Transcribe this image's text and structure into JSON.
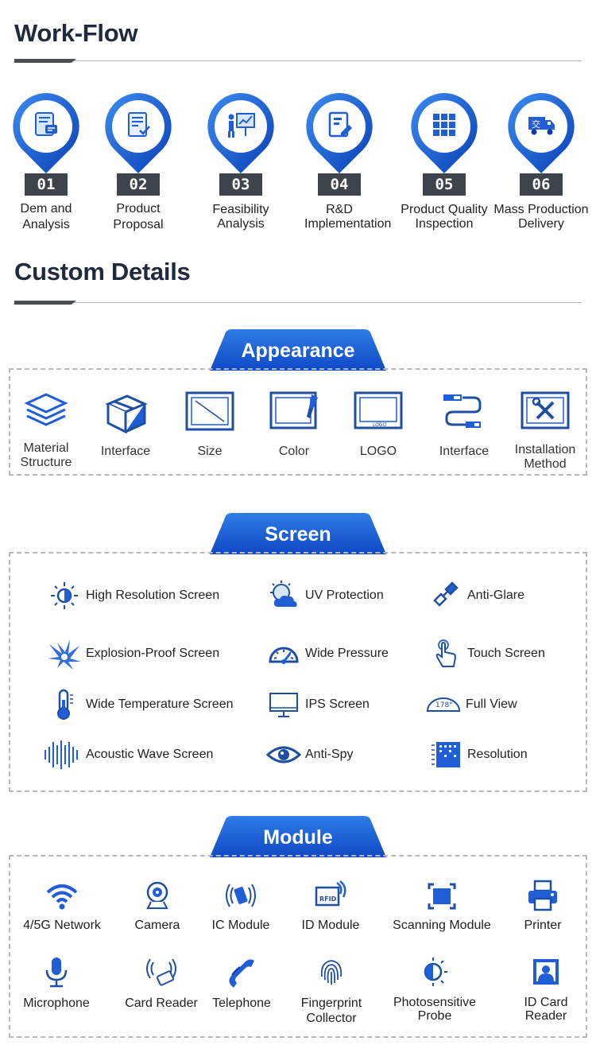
{
  "workflow": {
    "title": "Work-Flow",
    "steps": [
      {
        "num": "01",
        "label": "Dem and Analysis",
        "icon": "document-chat-icon"
      },
      {
        "num": "02",
        "label": "Product Proposal",
        "icon": "checklist-icon"
      },
      {
        "num": "03",
        "label": "Feasibility Analysis",
        "icon": "presentation-icon"
      },
      {
        "num": "04",
        "label": "R&D Implementation",
        "icon": "document-edit-icon"
      },
      {
        "num": "05",
        "label": "Product Quality Inspection",
        "icon": "grid-icon"
      },
      {
        "num": "06",
        "label": "Mass Production Delivery",
        "icon": "delivery-truck-icon"
      }
    ]
  },
  "custom": {
    "title": "Custom Details",
    "appearance": {
      "banner": "Appearance",
      "items": [
        {
          "label": "Material Structure",
          "icon": "layers-icon"
        },
        {
          "label": "Interface",
          "icon": "box-icon"
        },
        {
          "label": "Size",
          "icon": "size-frame-icon"
        },
        {
          "label": "Color",
          "icon": "paint-brush-icon"
        },
        {
          "label": "LOGO",
          "icon": "logo-monitor-icon"
        },
        {
          "label": "Interface",
          "icon": "usb-cable-icon"
        },
        {
          "label": "Installation Method",
          "icon": "tools-icon"
        }
      ]
    },
    "screen": {
      "banner": "Screen",
      "items": [
        {
          "label": "High Resolution Screen",
          "icon": "sun-icon"
        },
        {
          "label": "UV Protection",
          "icon": "uv-cloud-icon"
        },
        {
          "label": "Anti-Glare",
          "icon": "glasses-icon"
        },
        {
          "label": "Explosion-Proof Screen",
          "icon": "explosion-icon"
        },
        {
          "label": "Wide Pressure",
          "icon": "gauge-icon"
        },
        {
          "label": "Touch Screen",
          "icon": "touch-finger-icon"
        },
        {
          "label": "Wide Temperature Screen",
          "icon": "thermometer-icon"
        },
        {
          "label": "IPS Screen",
          "icon": "monitor-icon"
        },
        {
          "label": "Full View",
          "icon": "view-angle-icon",
          "badge": "178°"
        },
        {
          "label": "Acoustic Wave Screen",
          "icon": "sound-wave-icon"
        },
        {
          "label": "Anti-Spy",
          "icon": "eye-icon"
        },
        {
          "label": "Resolution",
          "icon": "resolution-grid-icon"
        }
      ]
    },
    "module": {
      "banner": "Module",
      "items": [
        {
          "label": "4/5G Network",
          "icon": "wifi-icon"
        },
        {
          "label": "Camera",
          "icon": "webcam-icon"
        },
        {
          "label": "IC Module",
          "icon": "nfc-card-icon"
        },
        {
          "label": "ID Module",
          "icon": "rfid-icon",
          "badge": "RFID"
        },
        {
          "label": "Scanning Module",
          "icon": "scan-icon"
        },
        {
          "label": "Printer",
          "icon": "printer-icon"
        },
        {
          "label": "Microphone",
          "icon": "microphone-icon"
        },
        {
          "label": "Card Reader",
          "icon": "card-reader-icon"
        },
        {
          "label": "Telephone",
          "icon": "telephone-icon"
        },
        {
          "label": "Fingerprint Collector",
          "icon": "fingerprint-icon"
        },
        {
          "label": "Photosensitive Probe",
          "icon": "light-sensor-icon"
        },
        {
          "label": "ID Card Reader",
          "icon": "id-card-icon"
        }
      ]
    }
  },
  "colors": {
    "accent": "#1f5ed6",
    "dark_blue": "#0b3aa8",
    "title": "#1f2a3a",
    "badge": "#3e444b"
  }
}
